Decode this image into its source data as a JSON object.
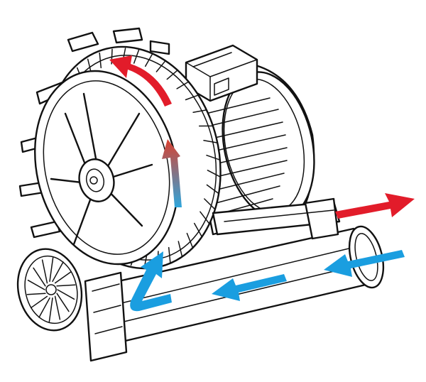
{
  "colors": {
    "background": "#ffffff",
    "line": "#111111",
    "outlet_arrow": "#e21c2a",
    "inlet_arrow": "#1a9ee0",
    "heated_arrow_top": "#d9402f",
    "heated_arrow_bottom": "#2ea6dc"
  },
  "icons": {
    "outlet_flow": "arrow-right-icon",
    "inlet_flow": "arrow-left-icon",
    "internal_flow": "arrow-up-icon"
  },
  "flow_arrows": [
    {
      "id": "discharge",
      "kind": "outlet",
      "direction": "right"
    },
    {
      "id": "intake-outer",
      "kind": "inlet",
      "direction": "left"
    },
    {
      "id": "intake-inner",
      "kind": "inlet",
      "direction": "left"
    },
    {
      "id": "turn-into-impeller",
      "kind": "inlet",
      "direction": "up"
    },
    {
      "id": "impeller-compression",
      "kind": "gradient",
      "direction": "up"
    },
    {
      "id": "impeller-sweep",
      "kind": "outlet",
      "direction": "up-left"
    }
  ]
}
